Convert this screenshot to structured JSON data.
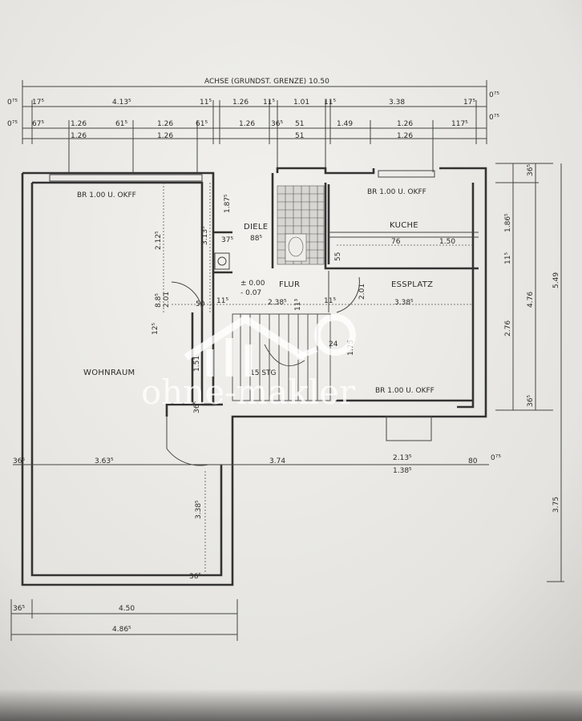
{
  "plan": {
    "axis_label": "ACHSE (GRUNDST. GRENZE) 10.50",
    "rooms": {
      "wohnraum": "WOHNRAUM",
      "diele": "DIELE",
      "flur": "FLUR",
      "kueche": "KUCHE",
      "essplatz": "ESSPLATZ",
      "stairs": "15 STG"
    },
    "window_labels": {
      "wohnraum": "BR 1.00 U. OKFF",
      "kueche": "BR 1.00 U. OKFF",
      "essplatz": "BR 1.00 U. OKFF"
    },
    "levels": [
      "± 0.00",
      "- 0.07"
    ],
    "dims_top_row1": [
      "0⁷⁵",
      "17⁵",
      "4.13⁵",
      "11⁵",
      "1.26",
      "11⁵",
      "1.01",
      "11⁵",
      "3.38",
      "17⁵",
      "0⁷⁵"
    ],
    "dims_top_row2": [
      "0⁷⁵",
      "67⁵",
      "1.26",
      "61⁵",
      "1.26",
      "61⁵",
      "1.26",
      "36⁵",
      "51",
      "1.49",
      "1.26",
      "117⁵",
      "0⁷⁵"
    ],
    "dims_top_row2_sub": [
      "1.26",
      "1.26",
      "51",
      "1.26"
    ],
    "dims_inner": [
      "2.12⁵",
      "3.13⁵",
      "1.87⁵",
      "37⁵",
      "88⁵",
      "8.8⁵",
      "2.01",
      "50",
      "11⁵",
      "2.38⁵",
      "11⁵",
      "11³",
      "2.01",
      "3.38⁵",
      "76",
      "1.50",
      "55",
      "12⁵",
      "1.51",
      "24",
      "1.75",
      "36⁵"
    ],
    "dims_middle_row": [
      "36⁵",
      "3.63⁵",
      "3.74",
      "2.13⁵",
      "1.38⁵",
      "80",
      "0⁷⁵"
    ],
    "dims_left_lower": [
      "3.38⁵",
      "36⁵"
    ],
    "dims_bottom": [
      "36⁵",
      "4.50",
      "4.86⁵"
    ],
    "dims_right": [
      "36⁵",
      "1.86⁵",
      "11⁵",
      "4.76",
      "5.49",
      "2.76",
      "36⁵",
      "3.75"
    ]
  },
  "watermark": {
    "text": "ohne-makler",
    "color": "#ffffff"
  }
}
